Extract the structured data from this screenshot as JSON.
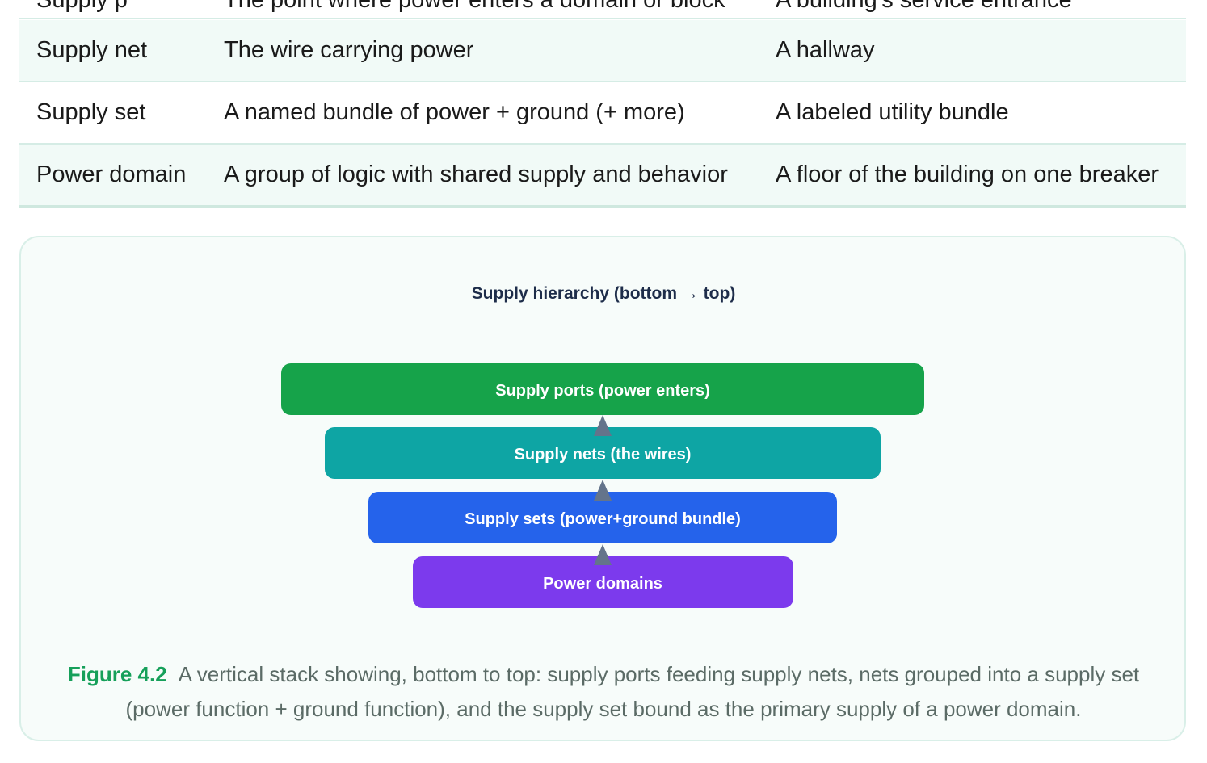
{
  "table": {
    "rows": [
      {
        "term": "Supply net",
        "meaning": "The wire carrying power",
        "analogy": "A hallway"
      },
      {
        "term": "Supply set",
        "meaning": "A named bundle of power + ground (+ more)",
        "analogy": "A labeled utility bundle"
      },
      {
        "term": "Power domain",
        "meaning": "A group of logic with shared supply and behavior",
        "analogy": "A floor of the building on one breaker"
      }
    ]
  },
  "figure": {
    "title": "Supply hierarchy (bottom → top)",
    "layers": [
      {
        "label": "Supply ports (power enters)",
        "color": "#16a34a"
      },
      {
        "label": "Supply nets (the wires)",
        "color": "#0ea5a4"
      },
      {
        "label": "Supply sets (power+ground bundle)",
        "color": "#2563eb"
      },
      {
        "label": "Power domains",
        "color": "#7c3aed"
      }
    ],
    "arrow_color": "#64748b",
    "caption_label": "Figure 4.2",
    "caption_text": "A vertical stack showing, bottom to top: supply ports feeding supply nets, nets grouped into a supply set (power function + ground function), and the supply set bound as the primary supply of a power domain."
  }
}
